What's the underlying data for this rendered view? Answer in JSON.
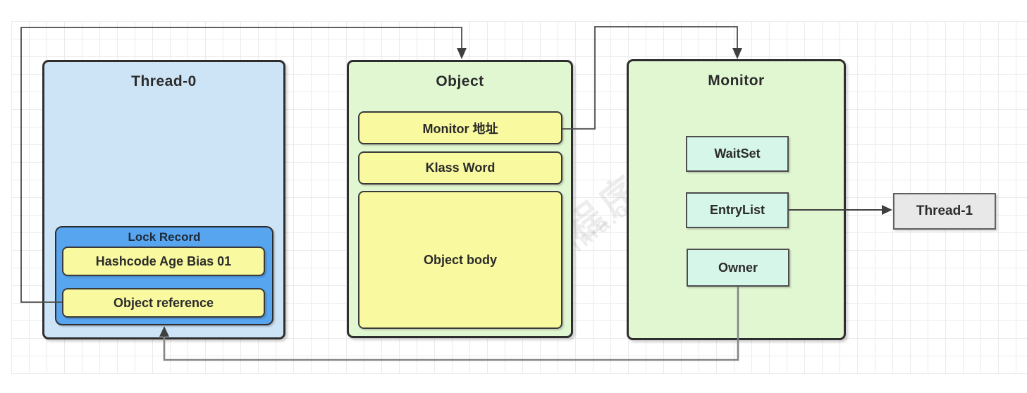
{
  "nodes": {
    "thread0": {
      "title": "Thread-0"
    },
    "lock_record": {
      "title": "Lock Record",
      "fields": [
        "Hashcode Age Bias 01",
        "Object reference"
      ]
    },
    "object": {
      "title": "Object",
      "fields": [
        "Monitor 地址",
        "Klass Word",
        "Object body"
      ]
    },
    "monitor": {
      "title": "Monitor",
      "fields": [
        "WaitSet",
        "EntryList",
        "Owner"
      ]
    },
    "thread1": {
      "title": "Thread-1"
    }
  },
  "edges": [
    {
      "from": "Object reference",
      "to": "Object",
      "arrow": "into top of Object"
    },
    {
      "from": "Monitor 地址",
      "to": "Monitor",
      "arrow": "into top of Monitor"
    },
    {
      "from": "EntryList",
      "to": "Thread-1",
      "arrow": "right into Thread-1"
    },
    {
      "from": "Owner",
      "to": "Lock Record",
      "arrow": "up into bottom of Lock Record"
    }
  ],
  "watermark": {
    "brand": "黑马程序员™",
    "site": "www.itheima.com"
  },
  "colors": {
    "thread0_fill": "#cde4f7",
    "lock_record_fill": "#58a5ef",
    "field_yellow_fill": "#f9f9a0",
    "group_green_fill": "#e1f7d2",
    "cell_cyan_fill": "#d5f6e9",
    "thread1_fill": "#e8e8e8",
    "border_dark": "#2e2e2e",
    "connector_dark": "#4c4c4c",
    "connector_gray": "#858585",
    "grid_line": "#ebebeb"
  }
}
